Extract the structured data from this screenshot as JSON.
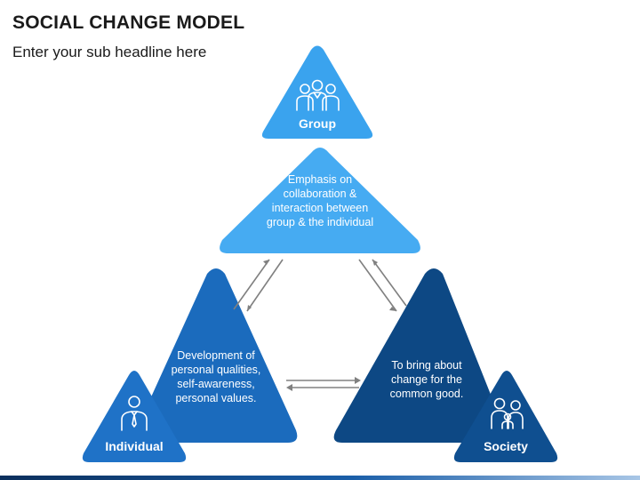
{
  "header": {
    "title": "SOCIAL CHANGE MODEL",
    "subtitle": "Enter your sub headline here"
  },
  "diagram": {
    "group": {
      "label": "Group",
      "description": "Emphasis on collaboration & interaction between group & the individual",
      "icon": "people-group-icon",
      "color_light": "#3aa3ee",
      "color_main": "#45a9f0"
    },
    "individual": {
      "label": "Individual",
      "description": "Development of personal qualities, self-awareness, personal values.",
      "icon": "person-icon",
      "color_light": "#1f6fc4",
      "color_main": "#1766b8"
    },
    "society": {
      "label": "Society",
      "description": "To bring about change for the common good.",
      "icon": "family-icon",
      "color_light": "#0f4c8a",
      "color_main": "#0d4884"
    }
  }
}
